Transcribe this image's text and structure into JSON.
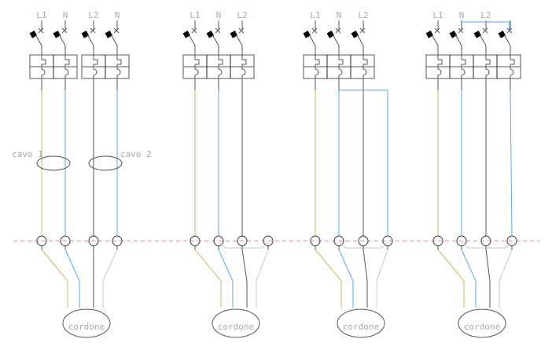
{
  "colors": {
    "phase": "#c8b560",
    "neutral": "#5aa8f0",
    "phase2": "#555555",
    "jumper": "#c8c8c8",
    "section_line": "#f08a8a",
    "stroke": "#555555"
  },
  "panels": [
    {
      "labels": [
        "L1",
        "N",
        "L2",
        "N"
      ],
      "cables": [
        "cavo 1",
        "cavo 2"
      ],
      "cord_label": "cordone"
    },
    {
      "labels": [
        "L1",
        "N",
        "L2"
      ],
      "cord_label": "cordone"
    },
    {
      "labels": [
        "L1",
        "N",
        "L2"
      ],
      "cord_label": "cordone"
    },
    {
      "labels": [
        "L1",
        "N",
        "L2"
      ],
      "cord_label": "cordone"
    }
  ]
}
